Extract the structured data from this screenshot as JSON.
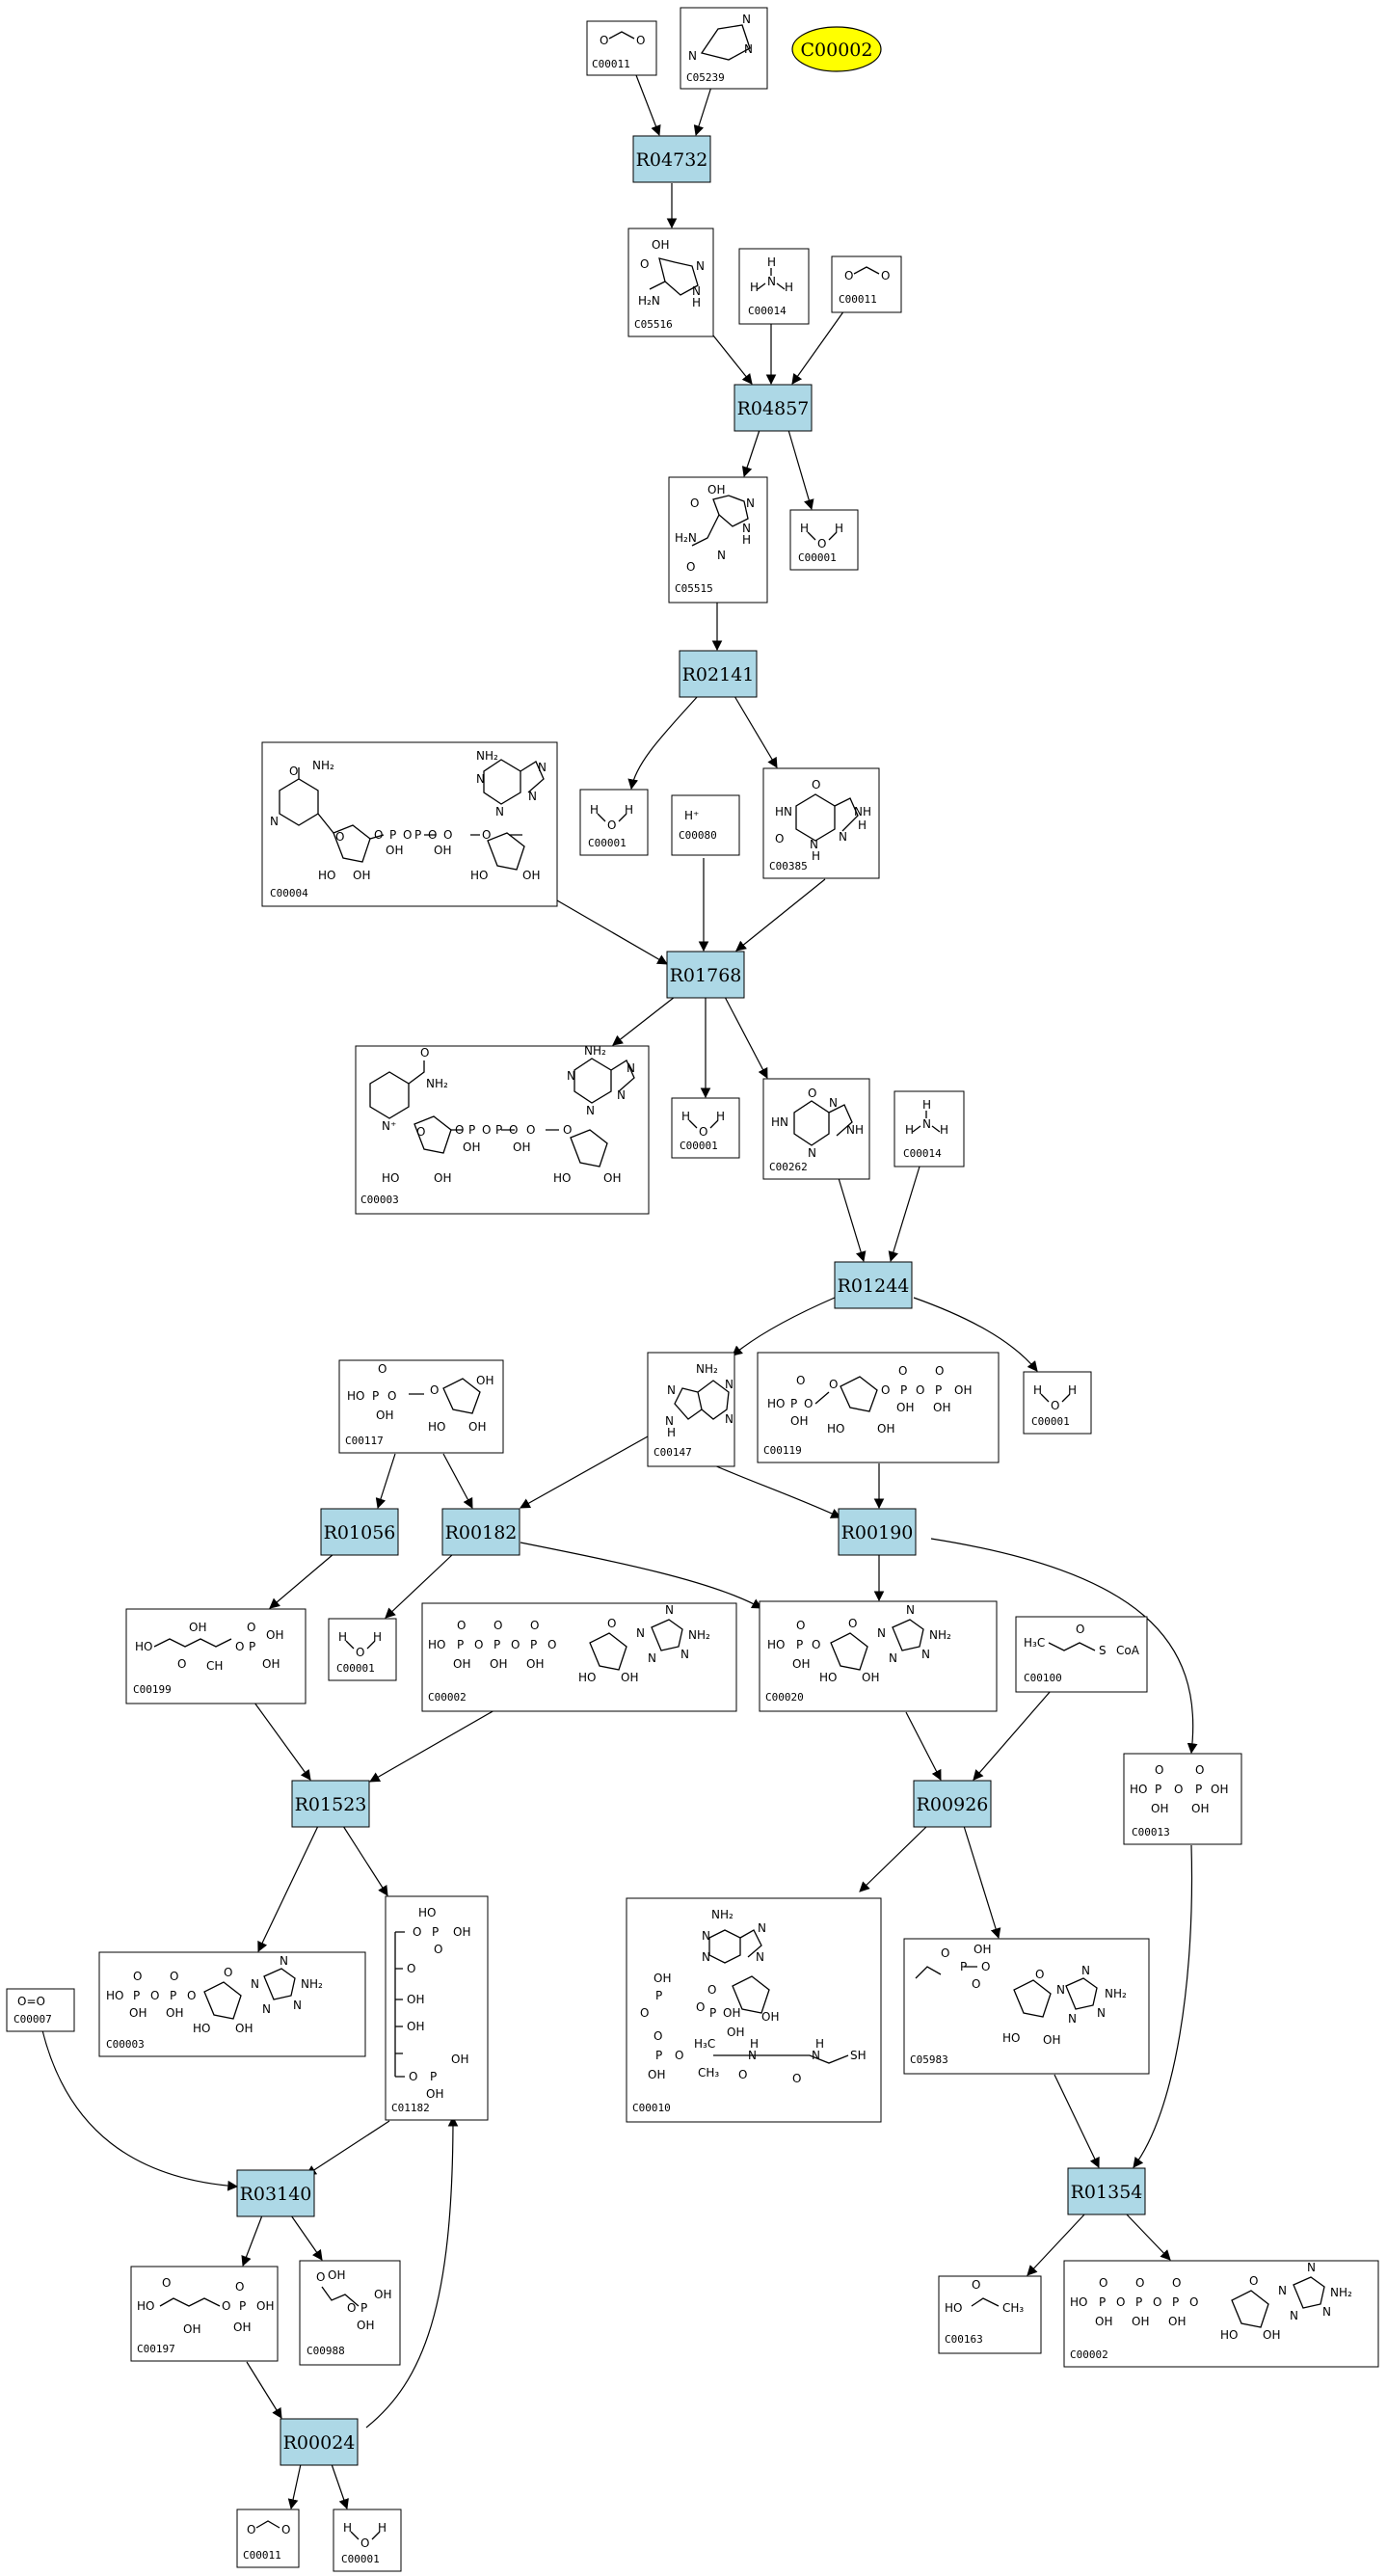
{
  "colors": {
    "reaction_fill": "#add8e6",
    "highlight_fill": "#ffff00",
    "edge": "#000000",
    "box_stroke": "#000000"
  },
  "highlight": {
    "label": "C00002"
  },
  "reactions": {
    "R04732": "R04732",
    "R04857": "R04857",
    "R02141": "R02141",
    "R01768": "R01768",
    "R01244": "R01244",
    "R01056": "R01056",
    "R00182": "R00182",
    "R00190": "R00190",
    "R01523": "R01523",
    "R00926": "R00926",
    "R03140": "R03140",
    "R01354": "R01354",
    "R00024": "R00024"
  },
  "compounds": {
    "c1": {
      "id": "C00011",
      "atoms": [
        "O",
        "O"
      ]
    },
    "c2": {
      "id": "C05239",
      "atoms": [
        "N",
        "N",
        "N"
      ]
    },
    "c3": {
      "id": "C05516",
      "atoms": [
        "OH",
        "N",
        "N",
        "H",
        "H₂N",
        "O"
      ]
    },
    "c4": {
      "id": "C00014",
      "atoms": [
        "H",
        "N",
        "H",
        "H"
      ]
    },
    "c5": {
      "id": "C00011",
      "atoms": [
        "O",
        "O"
      ]
    },
    "c6": {
      "id": "C05515",
      "atoms": [
        "OH",
        "O",
        "N",
        "N",
        "H",
        "H₂N",
        "N",
        "O"
      ]
    },
    "c7": {
      "id": "C00001",
      "atoms": [
        "H",
        "O",
        "H"
      ]
    },
    "c8": {
      "id": "C00004",
      "atoms": [
        "NH₂",
        "O",
        "N",
        "O",
        "HO",
        "OH",
        "O",
        "P",
        "O",
        "P",
        "O",
        "OH",
        "OH",
        "O",
        "NH₂",
        "N",
        "N",
        "N",
        "N",
        "O",
        "HO",
        "OH"
      ]
    },
    "c9": {
      "id": "C00001",
      "atoms": [
        "H",
        "O",
        "H"
      ]
    },
    "c10": {
      "id": "C00080",
      "atoms": [
        "H⁺"
      ]
    },
    "c11": {
      "id": "C00385",
      "atoms": [
        "O",
        "HN",
        "NH",
        "O",
        "N",
        "N",
        "H",
        "H"
      ]
    },
    "c12": {
      "id": "C00003",
      "atoms": [
        "O",
        "NH₂",
        "N⁺",
        "O",
        "HO",
        "OH",
        "O",
        "P",
        "O",
        "P",
        "O",
        "OH",
        "OH",
        "O",
        "NH₂",
        "N",
        "N",
        "N",
        "N",
        "O",
        "HO",
        "OH"
      ]
    },
    "c13": {
      "id": "C00001",
      "atoms": [
        "H",
        "O",
        "H"
      ]
    },
    "c14": {
      "id": "C00262",
      "atoms": [
        "O",
        "HN",
        "N",
        "NH",
        "N"
      ]
    },
    "c15": {
      "id": "C00014",
      "atoms": [
        "H",
        "N",
        "H",
        "H"
      ]
    },
    "c16": {
      "id": "C00117",
      "atoms": [
        "O",
        "HO",
        "P",
        "O",
        "OH",
        "O",
        "OH",
        "HO",
        "OH"
      ]
    },
    "c17": {
      "id": "C00147",
      "atoms": [
        "NH₂",
        "N",
        "N",
        "N",
        "N",
        "H"
      ]
    },
    "c18": {
      "id": "C00119",
      "atoms": [
        "O",
        "HO",
        "P",
        "O",
        "OH",
        "O",
        "O",
        "P",
        "O",
        "P",
        "OH",
        "OH",
        "OH",
        "O",
        "O",
        "HO",
        "OH"
      ]
    },
    "c19": {
      "id": "C00001",
      "atoms": [
        "H",
        "O",
        "H"
      ]
    },
    "c20": {
      "id": "C00199",
      "atoms": [
        "HO",
        "OH",
        "O",
        "O",
        "P",
        "OH",
        "OH",
        "O",
        "CH"
      ]
    },
    "c21": {
      "id": "C00001",
      "atoms": [
        "H",
        "O",
        "H"
      ]
    },
    "c22": {
      "id": "C00002",
      "atoms": [
        "O",
        "O",
        "O",
        "HO",
        "P",
        "O",
        "P",
        "O",
        "P",
        "O",
        "OH",
        "OH",
        "OH",
        "O",
        "N",
        "NH₂",
        "N",
        "N",
        "N",
        "HO",
        "OH"
      ]
    },
    "c23": {
      "id": "C00020",
      "atoms": [
        "O",
        "HO",
        "P",
        "O",
        "OH",
        "O",
        "N",
        "NH₂",
        "N",
        "N",
        "N",
        "HO",
        "OH"
      ]
    },
    "c24": {
      "id": "C00100",
      "atoms": [
        "H₃C",
        "O",
        "S",
        "CoA"
      ]
    },
    "c25": {
      "id": "C00013",
      "atoms": [
        "O",
        "O",
        "HO",
        "P",
        "O",
        "P",
        "OH",
        "OH",
        "OH"
      ]
    },
    "c26": {
      "id": "C00003",
      "atoms": [
        "O",
        "O",
        "HO",
        "P",
        "O",
        "P",
        "O",
        "OH",
        "OH",
        "O",
        "N",
        "NH₂",
        "N",
        "N",
        "N",
        "HO",
        "OH"
      ]
    },
    "c27": {
      "id": "C01182",
      "atoms": [
        "HO",
        "P",
        "OH",
        "O",
        "O",
        "O",
        "OH",
        "OH",
        "O",
        "P",
        "OH",
        "OH"
      ]
    },
    "c28": {
      "id": "C00010",
      "atoms": [
        "NH₂",
        "N",
        "N",
        "N",
        "N",
        "OH",
        "O",
        "P",
        "O",
        "O",
        "P",
        "OH",
        "O",
        "P",
        "O",
        "OH",
        "OH",
        "H₃C",
        "OH",
        "O",
        "CH₃",
        "N",
        "H",
        "O",
        "N",
        "H",
        "SH"
      ]
    },
    "c29": {
      "id": "C05983",
      "atoms": [
        "O",
        "O",
        "OH",
        "P",
        "O",
        "O",
        "N",
        "NH₂",
        "N",
        "N",
        "N",
        "HO",
        "OH"
      ]
    },
    "c30": {
      "id": "C00007",
      "atoms": [
        "O=O"
      ]
    },
    "c31": {
      "id": "C00197",
      "atoms": [
        "O",
        "HO",
        "OH",
        "O",
        "P",
        "OH",
        "OH",
        "O"
      ]
    },
    "c32": {
      "id": "C00988",
      "atoms": [
        "O",
        "OH",
        "O",
        "P",
        "OH",
        "OH"
      ]
    },
    "c33": {
      "id": "C00163",
      "atoms": [
        "O",
        "HO",
        "CH₃"
      ]
    },
    "c34": {
      "id": "C00002",
      "atoms": [
        "O",
        "O",
        "O",
        "HO",
        "P",
        "O",
        "P",
        "O",
        "P",
        "O",
        "OH",
        "OH",
        "OH",
        "O",
        "N",
        "NH₂",
        "N",
        "N",
        "N",
        "HO",
        "OH"
      ]
    },
    "c35": {
      "id": "C00011",
      "atoms": [
        "O",
        "O"
      ]
    },
    "c36": {
      "id": "C00001",
      "atoms": [
        "H",
        "O",
        "H"
      ]
    }
  }
}
